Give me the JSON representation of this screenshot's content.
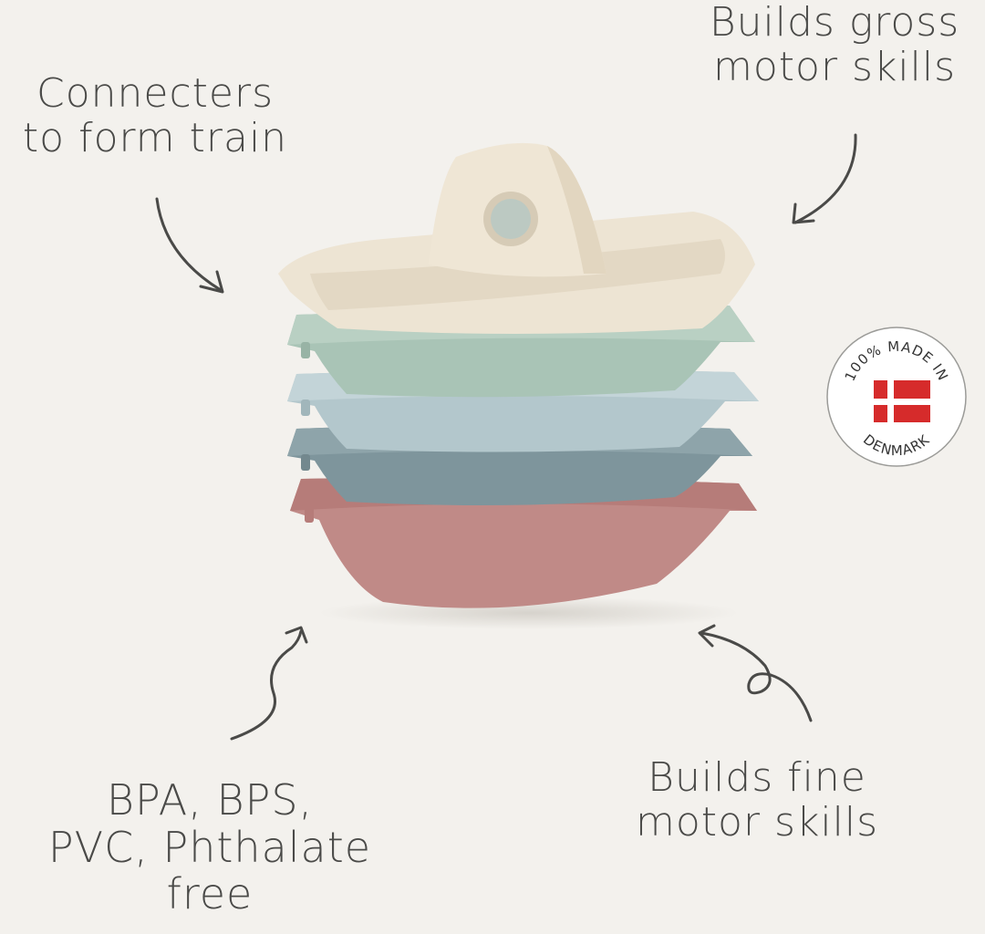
{
  "callouts": {
    "connecters": [
      "Connecters",
      "to form train"
    ],
    "gross_motor": [
      "Builds gross",
      "motor skills"
    ],
    "fine_motor": [
      "Builds fine",
      "motor skills"
    ],
    "bpa_free": [
      "BPA, BPS,",
      "PVC, Phthalate",
      "free"
    ]
  },
  "badge": {
    "top_text": "100% MADE IN",
    "bottom_text": "DENMARK",
    "flag_colors": {
      "red": "#d62b2b",
      "white": "#ffffff"
    }
  },
  "colors": {
    "background": "#f3f1ed",
    "text": "#4a4a48",
    "boat_cream": "#ede4d3",
    "boat_sage": "#a9c4b6",
    "boat_light_blue": "#b3c7cc",
    "boat_slate": "#7e959c",
    "boat_rose": "#c08a87"
  }
}
